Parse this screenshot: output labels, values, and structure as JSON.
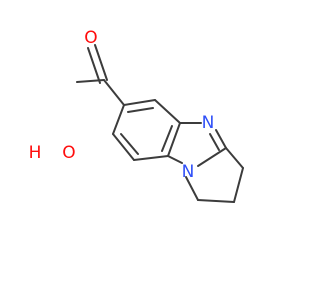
{
  "molecule": {
    "atoms": {
      "carbonyl_oxygen": {
        "text": "O",
        "color": "#ff0d0d"
      },
      "hydroxyl_oxygen": {
        "text": "O",
        "color": "#ff0d0d"
      },
      "hydroxyl_hydrogen": {
        "text": "H",
        "color": "#ff0d0d"
      },
      "imine_nitrogen": {
        "text": "N",
        "color": "#3050f8"
      },
      "bridgehead_nitrogen": {
        "text": "N",
        "color": "#3050f8"
      }
    },
    "bond_color": "#3c3c3c"
  }
}
